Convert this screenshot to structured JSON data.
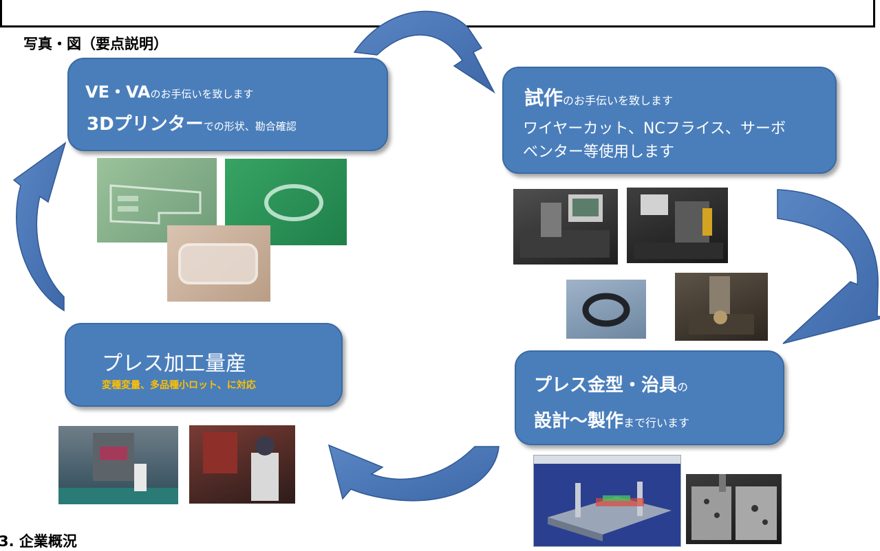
{
  "section_title": "写真・図（要点説明）",
  "bottom_title": "3. 企業概況",
  "ve_box": {
    "heading": "VE・VA",
    "heading_suffix": "のお手伝いを致します",
    "line2_big": "3Dプリンター",
    "line2_suffix": "での形状、勘合確認"
  },
  "prototype_box": {
    "heading": "試作",
    "heading_suffix": "のお手伝いを致します",
    "line2": "ワイヤーカット、NCフライス、サーボ",
    "line3": "ベンター等使用します"
  },
  "press_box": {
    "heading": "プレス加工量産",
    "sub": "変種変量、多品種小ロット、に対応"
  },
  "die_box": {
    "line1_big": "プレス金型・治具",
    "line1_suffix": "の",
    "line2_big": "設計～製作",
    "line2_suffix": "まで行います"
  },
  "colors": {
    "box_fill": "#4a7ebb",
    "box_border": "#3a6aa3",
    "accent_yellow": "#ffc000",
    "arrow_fill": "#4a72b0"
  },
  "photos": [
    {
      "name": "3d-print-part-flat-photo"
    },
    {
      "name": "3d-print-ring-photo"
    },
    {
      "name": "3d-print-tray-photo"
    },
    {
      "name": "nc-milling-machine-photo"
    },
    {
      "name": "wire-cut-machine-photo"
    },
    {
      "name": "prototype-ring-photo"
    },
    {
      "name": "servo-bender-photo"
    },
    {
      "name": "press-line-photo-1"
    },
    {
      "name": "press-line-photo-2"
    },
    {
      "name": "die-cad-model-image"
    },
    {
      "name": "jig-plate-photo"
    }
  ]
}
